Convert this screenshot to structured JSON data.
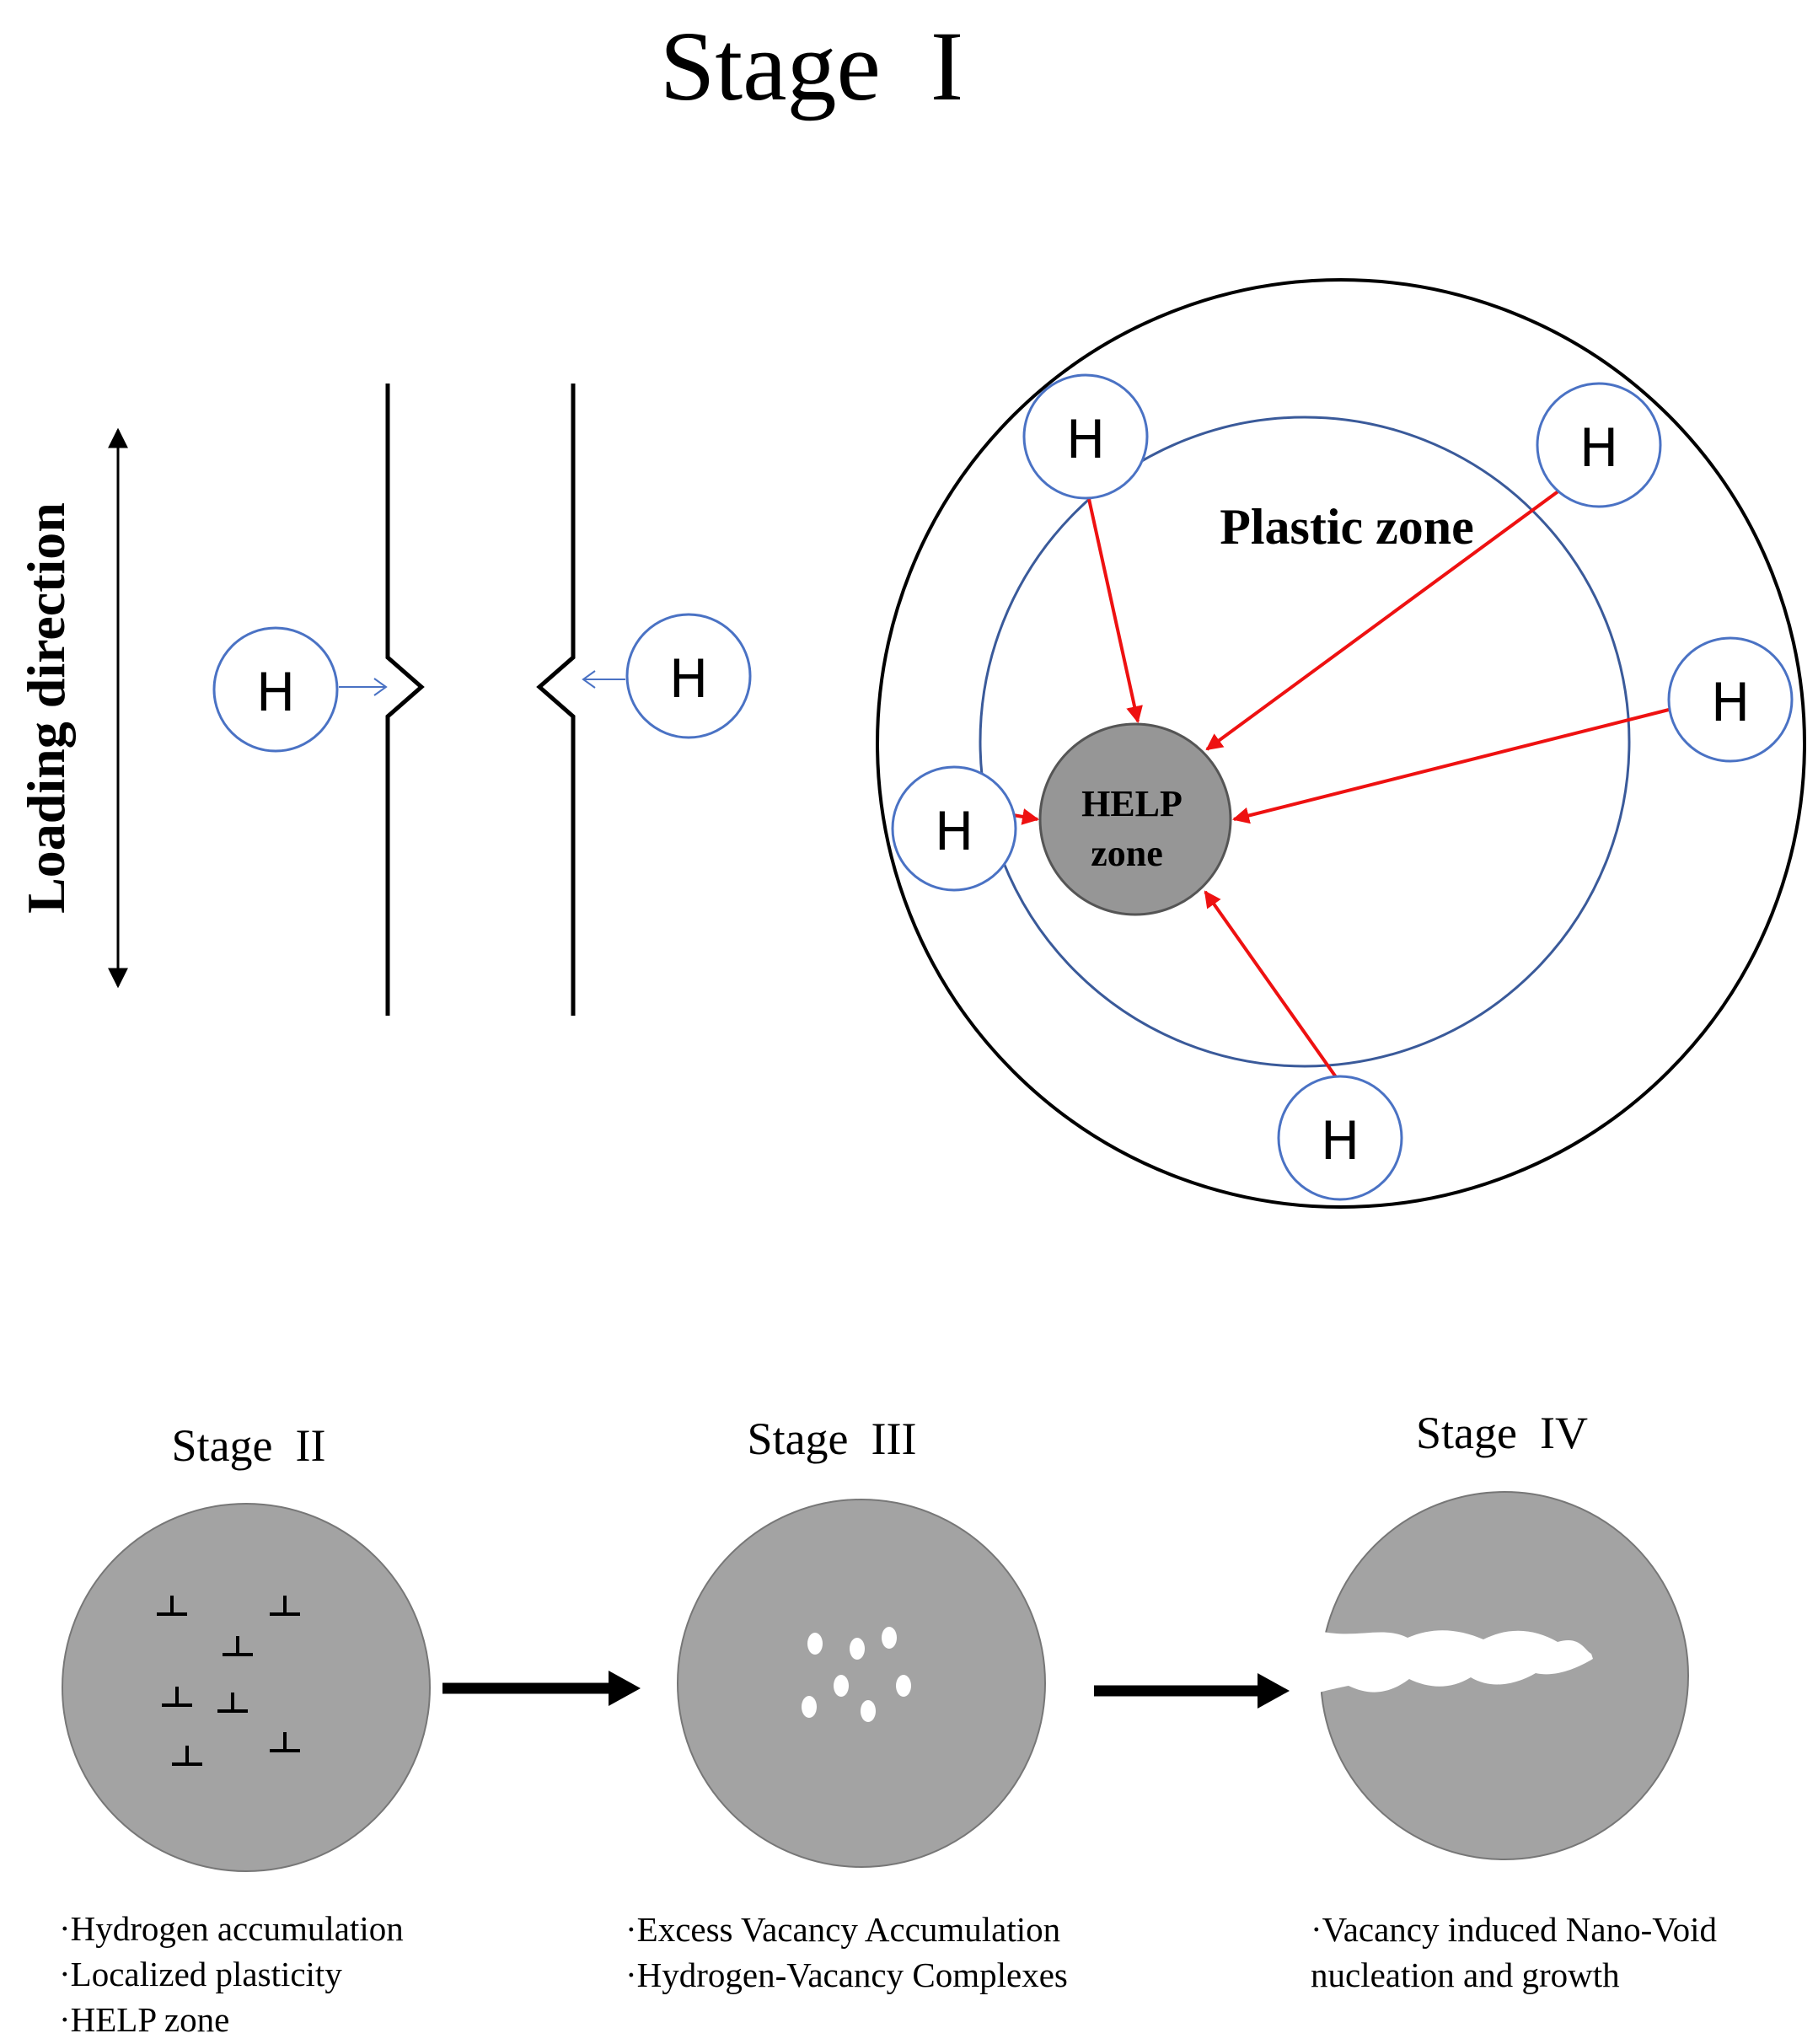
{
  "stage1": {
    "title": "Stage  I",
    "loading_label": "Loading direction",
    "plastic_zone_label": "Plastic zone",
    "help_zone_line1": "HELP",
    "help_zone_line2": "zone",
    "hydrogen_symbol": "H"
  },
  "stages": [
    {
      "title": "Stage  II",
      "notes": [
        "·Hydrogen accumulation",
        "·Localized plasticity",
        "·HELP zone"
      ]
    },
    {
      "title": "Stage  III",
      "notes": [
        "·Excess Vacancy Accumulation",
        "·Hydrogen-Vacancy Complexes"
      ]
    },
    {
      "title": "Stage  IV",
      "notes": [
        "·Vacancy induced Nano-Void",
        "nucleation and growth"
      ]
    }
  ],
  "colors": {
    "hydrogen_circle": "#4a72c4",
    "plastic_zone": "#3a5a9a",
    "arrow_red": "#ee1111",
    "grey_fill": "#a3a3a3",
    "help_fill": "#969696"
  }
}
